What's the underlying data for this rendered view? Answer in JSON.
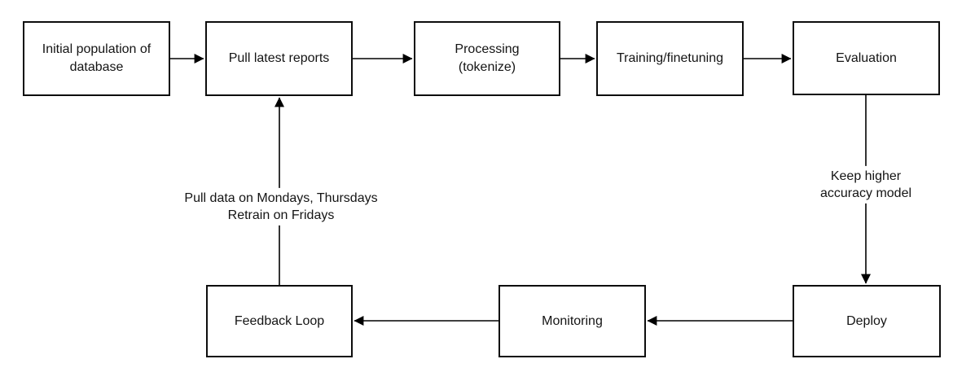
{
  "diagram": {
    "type": "flowchart",
    "background_color": "#ffffff",
    "stroke_color": "#000000",
    "text_color": "#141414",
    "nodes": [
      {
        "id": "initial-population",
        "label": "Initial population of\ndatabase"
      },
      {
        "id": "pull-latest-reports",
        "label": "Pull latest reports"
      },
      {
        "id": "processing-tokenize",
        "label": "Processing\n(tokenize)"
      },
      {
        "id": "training-finetuning",
        "label": "Training/finetuning"
      },
      {
        "id": "evaluation",
        "label": "Evaluation"
      },
      {
        "id": "feedback-loop",
        "label": "Feedback Loop"
      },
      {
        "id": "monitoring",
        "label": "Monitoring"
      },
      {
        "id": "deploy",
        "label": "Deploy"
      }
    ],
    "edges": [
      {
        "from": "initial-population",
        "to": "pull-latest-reports",
        "label": ""
      },
      {
        "from": "pull-latest-reports",
        "to": "processing-tokenize",
        "label": ""
      },
      {
        "from": "processing-tokenize",
        "to": "training-finetuning",
        "label": ""
      },
      {
        "from": "training-finetuning",
        "to": "evaluation",
        "label": ""
      },
      {
        "from": "evaluation",
        "to": "deploy",
        "label": "Keep higher accuracy model"
      },
      {
        "from": "deploy",
        "to": "monitoring",
        "label": ""
      },
      {
        "from": "monitoring",
        "to": "feedback-loop",
        "label": ""
      },
      {
        "from": "feedback-loop",
        "to": "pull-latest-reports",
        "label": "Pull data on Mondays, Thursdays\nRetrain on Fridays"
      }
    ],
    "edge_labels": {
      "evaluation_to_deploy": "Keep higher accuracy model",
      "feedback_to_pull": "Pull data on Mondays, Thursdays\nRetrain on Fridays"
    }
  }
}
